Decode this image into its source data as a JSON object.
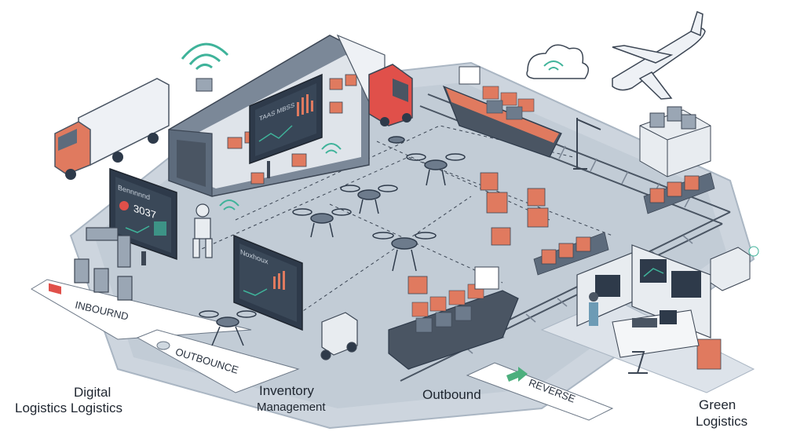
{
  "labels": {
    "digital_line1": "Digital",
    "digital_line2": "Logistics Logistics",
    "inventory_line1": "Inventory",
    "inventory_line2": "Management",
    "outbound": "Outbound",
    "green_line1": "Green",
    "green_line2": "Logistics"
  },
  "tags": {
    "inbound": "INBOURND",
    "outbounce": "OUTBOUNCE",
    "reverse": "REVERSE"
  },
  "screens": {
    "left_title": "Bennnnnd",
    "left_value": "3037",
    "center_title": "Noxhoux",
    "top_title": "TAAS MBSS"
  },
  "colors": {
    "platform": "#c9d2dc",
    "platform_edge": "#aab6c3",
    "container_orange": "#e07a5f",
    "container_grey": "#6d7b8c",
    "screen_dark": "#2e3a4a",
    "accent_teal": "#3fb39a",
    "accent_green": "#4caf7d",
    "accent_red": "#e0504a"
  }
}
